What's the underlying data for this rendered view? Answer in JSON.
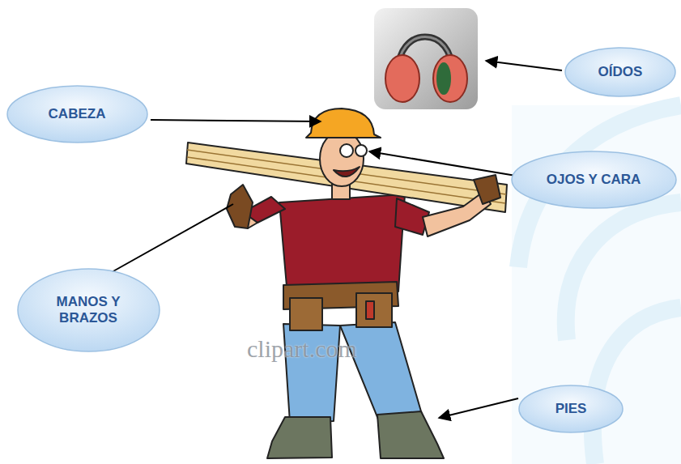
{
  "diagram": {
    "nodes": [
      {
        "text": [
          "OÍDOS"
        ]
      },
      {
        "text": [
          "CABEZA"
        ]
      },
      {
        "text": [
          "OJOS Y CARA"
        ]
      },
      {
        "text": [
          "MANOS Y BRAZOS"
        ]
      },
      {
        "text": [
          "PIES"
        ]
      }
    ],
    "labels": [
      "clipart.com"
    ]
  }
}
